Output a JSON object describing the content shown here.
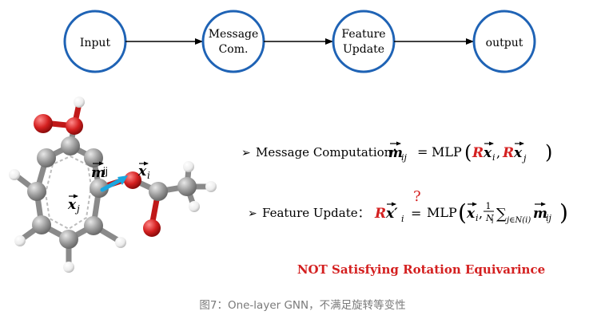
{
  "flow": {
    "nodes": [
      {
        "line1": "Input",
        "line2": ""
      },
      {
        "line1": "Message",
        "line2": "Com."
      },
      {
        "line1": "Feature",
        "line2": "Update"
      },
      {
        "line1": "output",
        "line2": ""
      }
    ],
    "colors": {
      "circle": "#1f63b5",
      "arrow": "#000000"
    }
  },
  "molecule": {
    "label_m": "m",
    "label_m_sub": "ij",
    "label_xi": "x",
    "label_xi_sub": "i",
    "label_xj": "x",
    "label_xj_sub": "j",
    "colors": {
      "carbon": "#9a9a9a",
      "oxygen": "#d42020",
      "hydrogen": "#f2f2f2",
      "arrow": "#1aa7e0"
    }
  },
  "equations": {
    "bullet": "➢",
    "message_label": "Message Computation：",
    "message_lhs": "m",
    "message_lhs_sub": "ij",
    "equals": "=",
    "mlp": "MLP",
    "R": "R",
    "x": "x",
    "sub_i": "i",
    "sub_j": "j",
    "comma": ",",
    "update_label": "Feature Update：",
    "update_lhs": "x′",
    "question_mark": "?",
    "frac_num": "1",
    "frac_den": "N",
    "frac_den_sub": "i",
    "sigma": "∑",
    "sum_sub": "j∈N(i)",
    "colors": {
      "accent": "#d42020",
      "text": "#000000"
    }
  },
  "warning": "NOT Satisfying Rotation Equivarince",
  "caption": "图7：One-layer GNN，不满足旋转等变性"
}
